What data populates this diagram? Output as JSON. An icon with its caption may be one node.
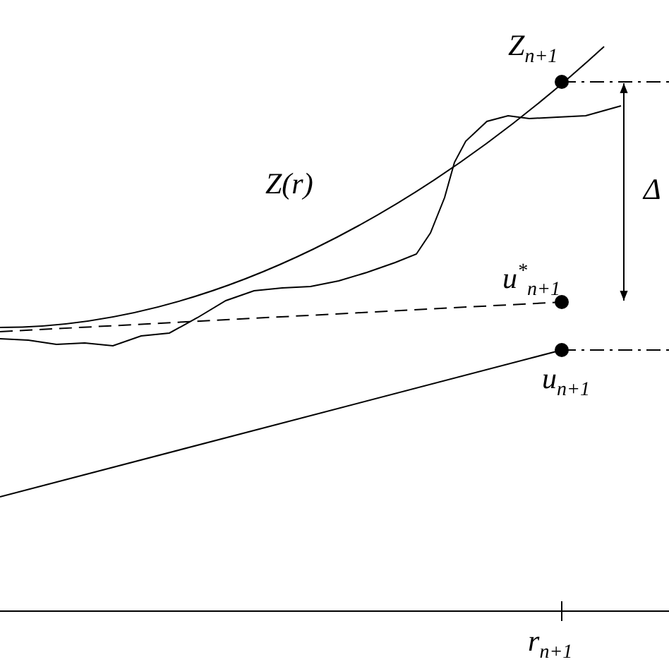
{
  "diagram": {
    "labels": [
      "Z$_{n+1}$",
      "Z(r)",
      "Δ",
      "u$^{*}$$_{n+1}$",
      "u$_{n+1}$",
      "r$_{n+1}$"
    ]
  }
}
